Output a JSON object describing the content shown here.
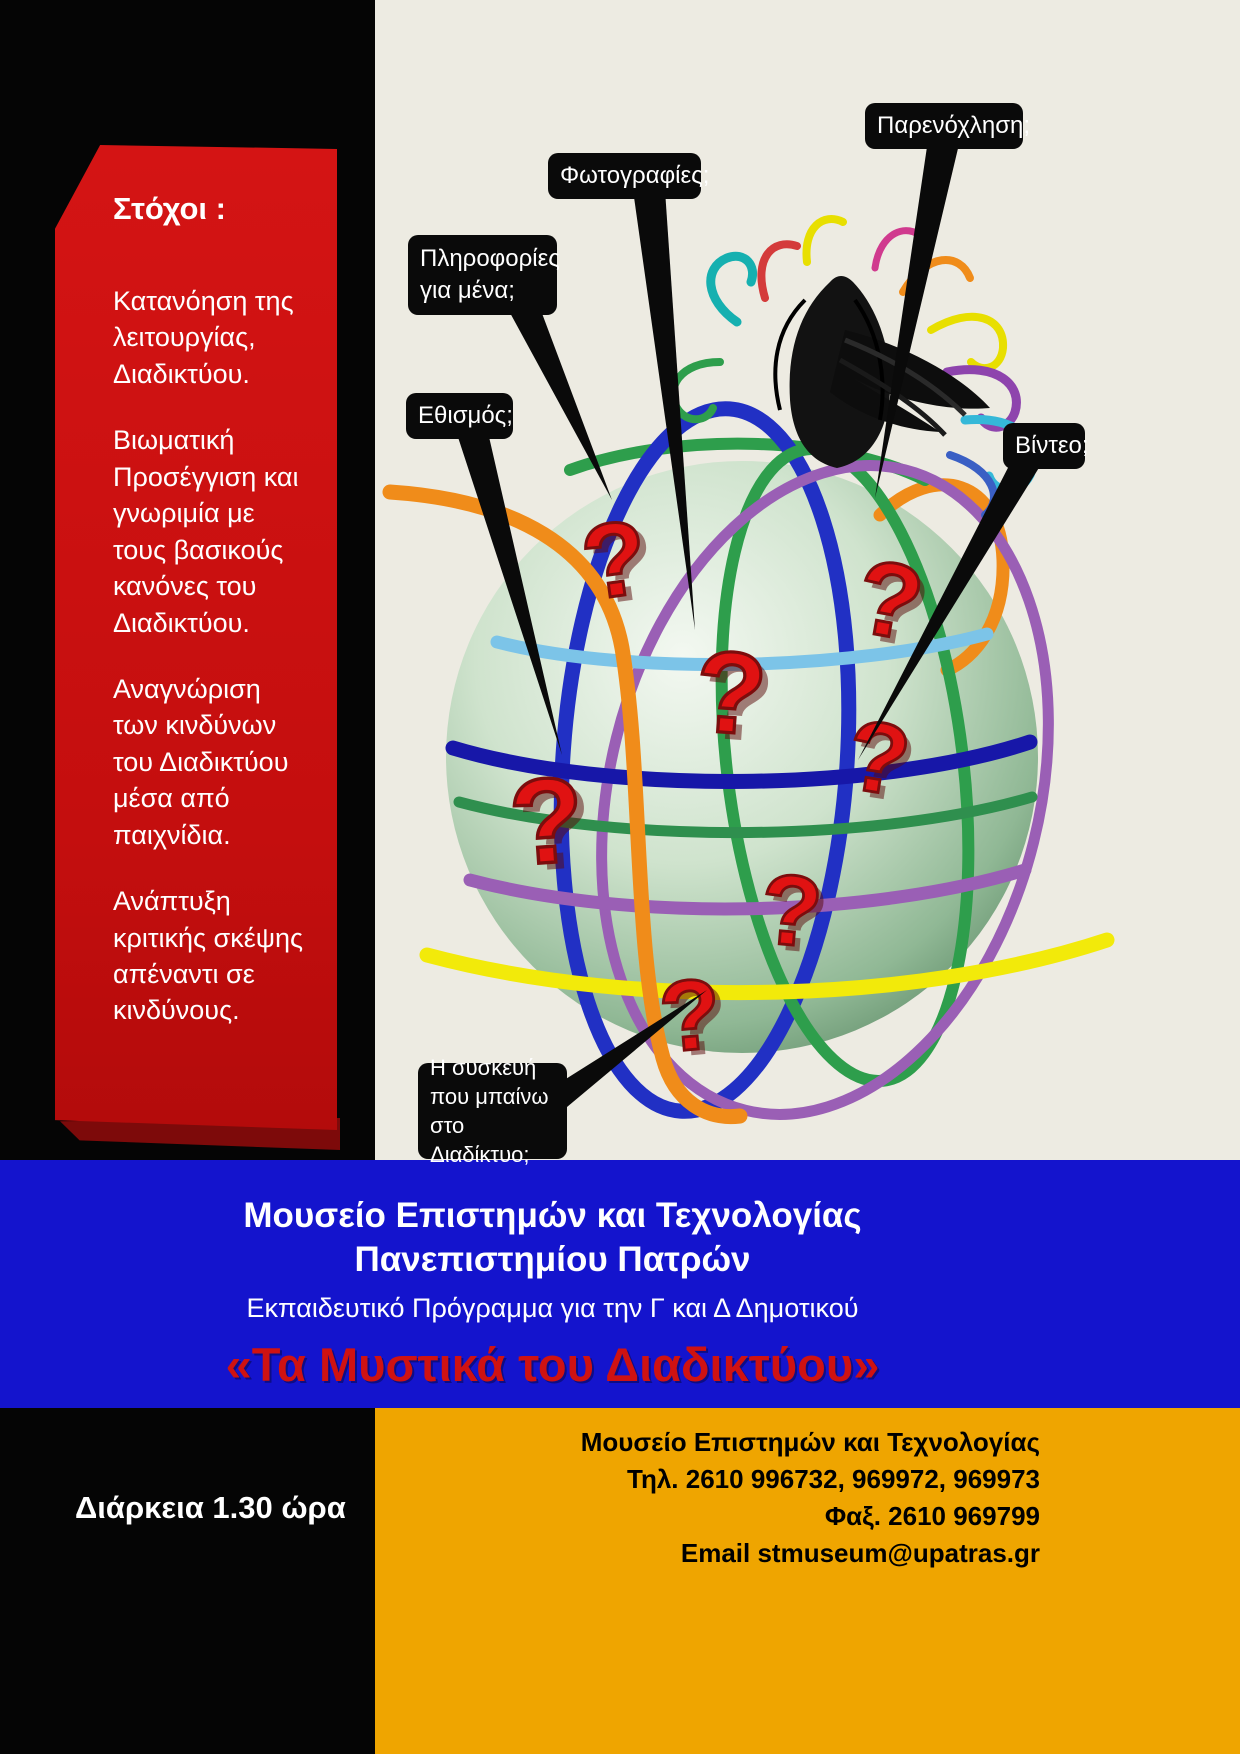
{
  "art": {
    "question_mark": "?"
  },
  "goals": {
    "heading": "Στόχοι :",
    "items": [
      "Κατανόηση της λειτουργίας, Διαδικτύου.",
      "Βιωματική Προσέγγιση και γνωριμία με τους βασικούς κανόνες του Διαδικτύου.",
      "Αναγνώριση των  κινδύνων του Διαδικτύου μέσα από παιχνίδια.",
      "Ανάπτυξη κριτικής σκέψης απέναντι σε κινδύνους."
    ]
  },
  "callouts": [
    {
      "id": "harassment",
      "label": "Παρενόχληση;"
    },
    {
      "id": "photos",
      "label": "Φωτογραφίες;"
    },
    {
      "id": "personal-info",
      "label": "Πληροφορίες για μένα;"
    },
    {
      "id": "addiction",
      "label": "Εθισμός;"
    },
    {
      "id": "video",
      "label": "Βίντεο;"
    },
    {
      "id": "device",
      "label": "Η συσκευή που μπαίνω  στο Διαδίκτυο;"
    }
  ],
  "banner": {
    "museum_line1": "Μουσείο  Επιστημών και Τεχνολογίας",
    "museum_line2": "Πανεπιστημίου Πατρών",
    "program": "Εκπαιδευτικό Πρόγραμμα για την Γ και Δ Δημοτικού",
    "title": "«Τα Μυστικά του Διαδικτύου»"
  },
  "footer": {
    "duration": "Διάρκεια  1.30 ώρα",
    "contact_lines": [
      "Μουσείο Επιστημών και Τεχνολογίας",
      "Τηλ. 2610 996732, 969972, 969973",
      "Φαξ. 2610 969799",
      "Email stmuseum@upatras.gr"
    ]
  },
  "colors": {
    "ribbon_red": "#c40e0e",
    "band_blue": "#1414cd",
    "footer_orange": "#efa500",
    "background_cream": "#edebe2",
    "title_red": "#cf1212"
  }
}
